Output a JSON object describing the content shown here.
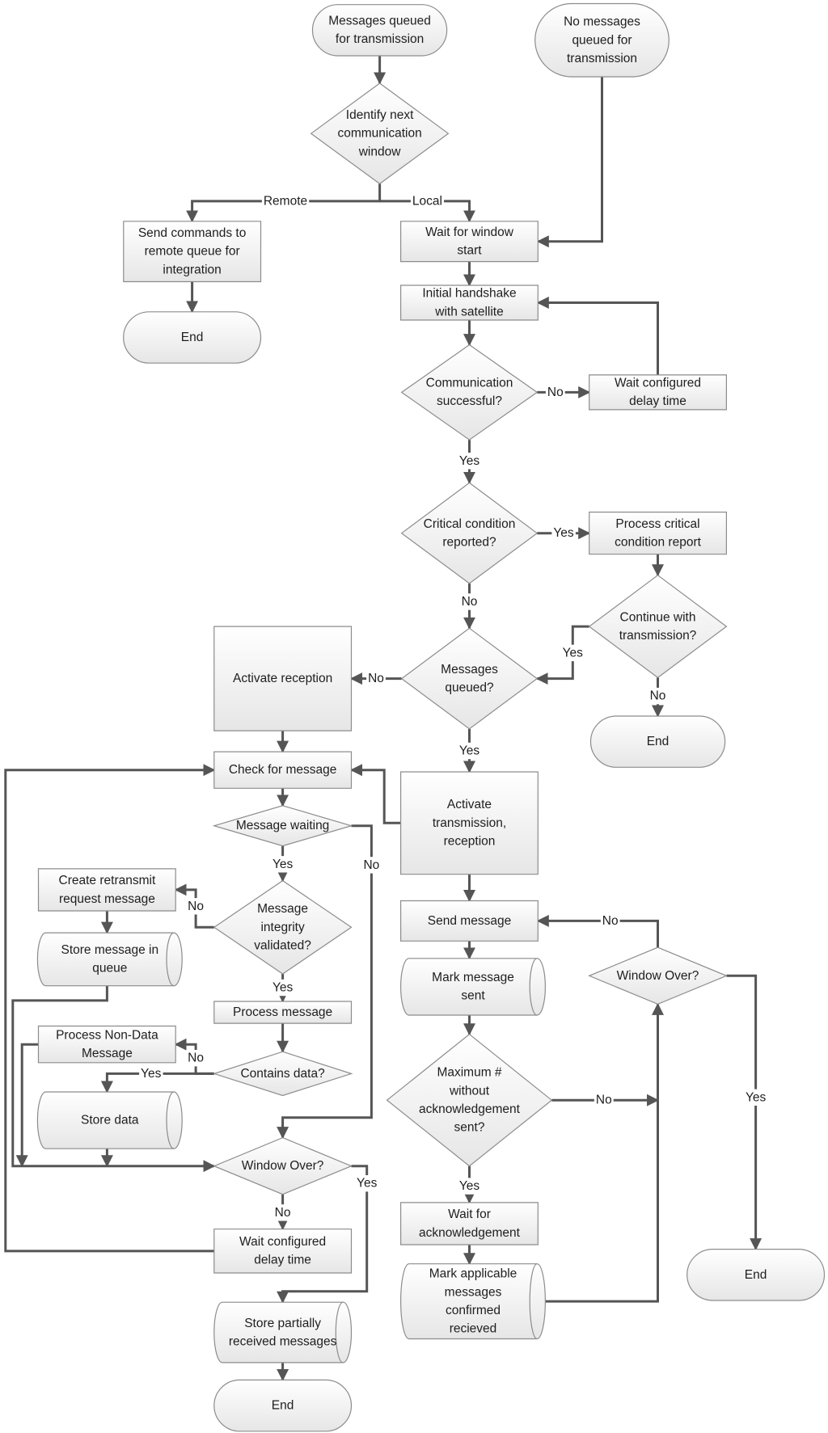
{
  "diagram": {
    "nodes": [
      {
        "id": "start1",
        "shape": "terminal",
        "lines": [
          "Messages queued",
          "for transmission"
        ]
      },
      {
        "id": "start2",
        "shape": "terminal",
        "lines": [
          "No messages",
          "queued for",
          "transmission"
        ]
      },
      {
        "id": "identify",
        "shape": "decision",
        "lines": [
          "Identify next",
          "communication",
          "window"
        ]
      },
      {
        "id": "send_remote",
        "shape": "process",
        "lines": [
          "Send commands to",
          "remote queue for",
          "integration"
        ]
      },
      {
        "id": "end_remote",
        "shape": "terminal",
        "lines": [
          "End"
        ]
      },
      {
        "id": "wait_window",
        "shape": "process",
        "lines": [
          "Wait for window",
          "start"
        ]
      },
      {
        "id": "handshake",
        "shape": "process",
        "lines": [
          "Initial handshake",
          "with satellite"
        ]
      },
      {
        "id": "comm_ok",
        "shape": "decision",
        "lines": [
          "Communication",
          "successful?"
        ]
      },
      {
        "id": "wait_delay1",
        "shape": "process",
        "lines": [
          "Wait configured",
          "delay time"
        ]
      },
      {
        "id": "critical",
        "shape": "decision",
        "lines": [
          "Critical condition",
          "reported?"
        ]
      },
      {
        "id": "process_critical",
        "shape": "process",
        "lines": [
          "Process critical",
          "condition report"
        ]
      },
      {
        "id": "continue_tx",
        "shape": "decision",
        "lines": [
          "Continue with",
          "transmission?"
        ]
      },
      {
        "id": "end_critical",
        "shape": "terminal",
        "lines": [
          "End"
        ]
      },
      {
        "id": "msgs_queued",
        "shape": "decision",
        "lines": [
          "Messages",
          "queued?"
        ]
      },
      {
        "id": "activate_rx",
        "shape": "process",
        "lines": [
          "Activate reception"
        ]
      },
      {
        "id": "activate_txrx",
        "shape": "process",
        "lines": [
          "Activate",
          "transmission,",
          "reception"
        ]
      },
      {
        "id": "check_msg",
        "shape": "process",
        "lines": [
          "Check for message"
        ]
      },
      {
        "id": "msg_waiting",
        "shape": "decision",
        "lines": [
          "Message waiting"
        ]
      },
      {
        "id": "integrity",
        "shape": "decision",
        "lines": [
          "Message",
          "integrity",
          "validated?"
        ]
      },
      {
        "id": "retransmit",
        "shape": "process",
        "lines": [
          "Create retransmit",
          "request message"
        ]
      },
      {
        "id": "store_queue",
        "shape": "storage",
        "lines": [
          "Store message in",
          "queue"
        ]
      },
      {
        "id": "process_msg",
        "shape": "process",
        "lines": [
          "Process message"
        ]
      },
      {
        "id": "contains_data",
        "shape": "decision",
        "lines": [
          "Contains data?"
        ]
      },
      {
        "id": "process_nondata",
        "shape": "process",
        "lines": [
          "Process Non-Data",
          "Message"
        ]
      },
      {
        "id": "store_data",
        "shape": "storage",
        "lines": [
          "Store data"
        ]
      },
      {
        "id": "window_over_rx",
        "shape": "decision",
        "lines": [
          "Window Over?"
        ]
      },
      {
        "id": "wait_delay2",
        "shape": "process",
        "lines": [
          "Wait configured",
          "delay time"
        ]
      },
      {
        "id": "store_partial",
        "shape": "storage",
        "lines": [
          "Store partially",
          "received messages"
        ]
      },
      {
        "id": "end_rx",
        "shape": "terminal",
        "lines": [
          "End"
        ]
      },
      {
        "id": "send_msg",
        "shape": "process",
        "lines": [
          "Send message"
        ]
      },
      {
        "id": "mark_sent",
        "shape": "storage",
        "lines": [
          "Mark message",
          "sent"
        ]
      },
      {
        "id": "max_unack",
        "shape": "decision",
        "lines": [
          "Maximum #",
          "without",
          "acknowledgement",
          "sent?"
        ]
      },
      {
        "id": "wait_ack",
        "shape": "process",
        "lines": [
          "Wait for",
          "acknowledgement"
        ]
      },
      {
        "id": "mark_confirmed",
        "shape": "storage",
        "lines": [
          "Mark applicable",
          "messages",
          "confirmed",
          "recieved"
        ]
      },
      {
        "id": "window_over_tx",
        "shape": "decision",
        "lines": [
          "Window Over?"
        ]
      },
      {
        "id": "end_tx",
        "shape": "terminal",
        "lines": [
          "End"
        ]
      }
    ],
    "edges": [
      {
        "id": "e_start1_identify",
        "from": "start1",
        "to": "identify",
        "label": ""
      },
      {
        "id": "e_identify_remote",
        "from": "identify",
        "to": "send_remote",
        "label": "Remote"
      },
      {
        "id": "e_identify_local",
        "from": "identify",
        "to": "wait_window",
        "label": "Local"
      },
      {
        "id": "e_start2_wait",
        "from": "start2",
        "to": "wait_window",
        "label": ""
      },
      {
        "id": "e_remote_end",
        "from": "send_remote",
        "to": "end_remote",
        "label": ""
      },
      {
        "id": "e_wait_handshake",
        "from": "wait_window",
        "to": "handshake",
        "label": ""
      },
      {
        "id": "e_handshake_comm",
        "from": "handshake",
        "to": "comm_ok",
        "label": ""
      },
      {
        "id": "e_comm_no",
        "from": "comm_ok",
        "to": "wait_delay1",
        "label": "No"
      },
      {
        "id": "e_delay_handshake",
        "from": "wait_delay1",
        "to": "handshake",
        "label": ""
      },
      {
        "id": "e_comm_yes",
        "from": "comm_ok",
        "to": "critical",
        "label": "Yes"
      },
      {
        "id": "e_critical_yes",
        "from": "critical",
        "to": "process_critical",
        "label": "Yes"
      },
      {
        "id": "e_pc_continue",
        "from": "process_critical",
        "to": "continue_tx",
        "label": ""
      },
      {
        "id": "e_continue_yes",
        "from": "continue_tx",
        "to": "msgs_queued",
        "label": "Yes"
      },
      {
        "id": "e_continue_no",
        "from": "continue_tx",
        "to": "end_critical",
        "label": "No"
      },
      {
        "id": "e_critical_no",
        "from": "critical",
        "to": "msgs_queued",
        "label": "No"
      },
      {
        "id": "e_queued_no",
        "from": "msgs_queued",
        "to": "activate_rx",
        "label": "No"
      },
      {
        "id": "e_queued_yes",
        "from": "msgs_queued",
        "to": "activate_txrx",
        "label": "Yes"
      },
      {
        "id": "e_arx_check",
        "from": "activate_rx",
        "to": "check_msg",
        "label": ""
      },
      {
        "id": "e_atxrx_check",
        "from": "activate_txrx",
        "to": "check_msg",
        "label": ""
      },
      {
        "id": "e_check_waiting",
        "from": "check_msg",
        "to": "msg_waiting",
        "label": ""
      },
      {
        "id": "e_waiting_yes",
        "from": "msg_waiting",
        "to": "integrity",
        "label": "Yes"
      },
      {
        "id": "e_waiting_no",
        "from": "msg_waiting",
        "to": "window_over_rx",
        "label": "No"
      },
      {
        "id": "e_integrity_no",
        "from": "integrity",
        "to": "retransmit",
        "label": "No"
      },
      {
        "id": "e_retransmit_store",
        "from": "retransmit",
        "to": "store_queue",
        "label": ""
      },
      {
        "id": "e_storeq_window",
        "from": "store_queue",
        "to": "window_over_rx",
        "label": ""
      },
      {
        "id": "e_integrity_yes",
        "from": "integrity",
        "to": "process_msg",
        "label": "Yes"
      },
      {
        "id": "e_pm_contains",
        "from": "process_msg",
        "to": "contains_data",
        "label": ""
      },
      {
        "id": "e_contains_no",
        "from": "contains_data",
        "to": "process_nondata",
        "label": "No"
      },
      {
        "id": "e_contains_yes",
        "from": "contains_data",
        "to": "store_data",
        "label": "Yes"
      },
      {
        "id": "e_nondata_window",
        "from": "process_nondata",
        "to": "window_over_rx",
        "label": ""
      },
      {
        "id": "e_storedata_window",
        "from": "store_data",
        "to": "window_over_rx",
        "label": ""
      },
      {
        "id": "e_wrx_no",
        "from": "window_over_rx",
        "to": "wait_delay2",
        "label": "No"
      },
      {
        "id": "e_wrx_yes",
        "from": "window_over_rx",
        "to": "store_partial",
        "label": "Yes"
      },
      {
        "id": "e_delay2_check",
        "from": "wait_delay2",
        "to": "check_msg",
        "label": ""
      },
      {
        "id": "e_partial_end",
        "from": "store_partial",
        "to": "end_rx",
        "label": ""
      },
      {
        "id": "e_atxrx_send",
        "from": "activate_txrx",
        "to": "send_msg",
        "label": ""
      },
      {
        "id": "e_send_mark",
        "from": "send_msg",
        "to": "mark_sent",
        "label": ""
      },
      {
        "id": "e_mark_max",
        "from": "mark_sent",
        "to": "max_unack",
        "label": ""
      },
      {
        "id": "e_max_no",
        "from": "max_unack",
        "to": "window_over_tx",
        "label": "No"
      },
      {
        "id": "e_max_yes",
        "from": "max_unack",
        "to": "wait_ack",
        "label": "Yes"
      },
      {
        "id": "e_ack_mark",
        "from": "wait_ack",
        "to": "mark_confirmed",
        "label": ""
      },
      {
        "id": "e_confirmed_window",
        "from": "mark_confirmed",
        "to": "window_over_tx",
        "label": ""
      },
      {
        "id": "e_wtx_no",
        "from": "window_over_tx",
        "to": "send_msg",
        "label": "No"
      },
      {
        "id": "e_wtx_yes",
        "from": "window_over_tx",
        "to": "end_tx",
        "label": "Yes"
      }
    ]
  }
}
